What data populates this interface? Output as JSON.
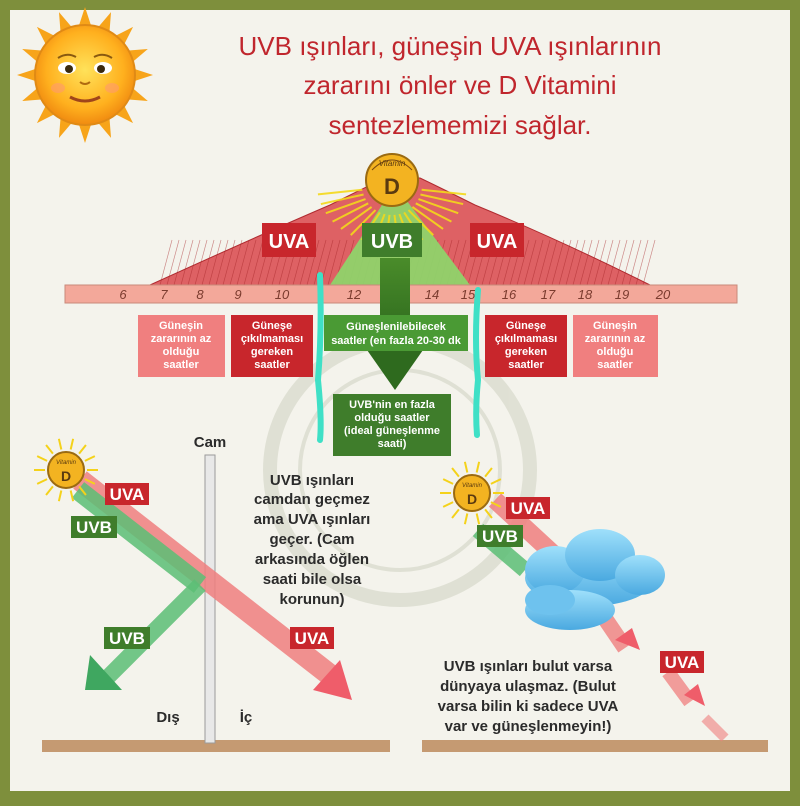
{
  "title_lines": [
    "UVB ışınları, güneşin UVA ışınlarının",
    "zararını önler ve D Vitamini",
    "sentezlememizi sağlar."
  ],
  "top": {
    "uva_left": "UVA",
    "uvb_center": "UVB",
    "uva_right": "UVA",
    "hours": [
      "6",
      "7",
      "8",
      "9",
      "10",
      "12",
      "14",
      "15",
      "16",
      "17",
      "18",
      "19",
      "20"
    ],
    "vitamin_label": "Vitamin",
    "vitamin_letter": "D"
  },
  "boxes": {
    "b1": [
      "Güneşin",
      "zararının az",
      "olduğu",
      "saatler"
    ],
    "b2": [
      "Güneşe",
      "çıkılmaması",
      "gereken",
      "saatler"
    ],
    "b3": [
      "Güneşlenilebilecek",
      "saatler (en fazla 20-30 dk"
    ],
    "b4": [
      "Güneşe",
      "çıkılmaması",
      "gereken",
      "saatler"
    ],
    "b5": [
      "Güneşin",
      "zararının az",
      "olduğu",
      "saatler"
    ],
    "peak": [
      "UVB'nin en fazla",
      "olduğu saatler",
      "(ideal güneşlenme",
      "saati)"
    ]
  },
  "glass": {
    "cam": "Cam",
    "uva": "UVA",
    "uvb": "UVB",
    "uvb_low": "UVB",
    "uva_low": "UVA",
    "dis": "Dış",
    "ic": "İç",
    "note": [
      "UVB ışınları",
      "camdan geçmez",
      "ama UVA ışınları",
      "geçer. (Cam",
      "arkasında öğlen",
      "saati bile olsa",
      "korunun)"
    ]
  },
  "cloud": {
    "uva": "UVA",
    "uvb": "UVB",
    "uva_low": "UVA",
    "note": [
      "UVB ışınları bulut varsa",
      "dünyaya ulaşmaz. (Bulut",
      "varsa bilin ki sadece UVA",
      "var ve güneşlenmeyin!)"
    ]
  },
  "colors": {
    "frame": "#7e8f3c",
    "background": "#f4f3ec",
    "uva_red": "#c8262c",
    "uvb_green": "#3f7d2b",
    "soft_red": "#f07f7f",
    "ground": "#c59a72"
  }
}
